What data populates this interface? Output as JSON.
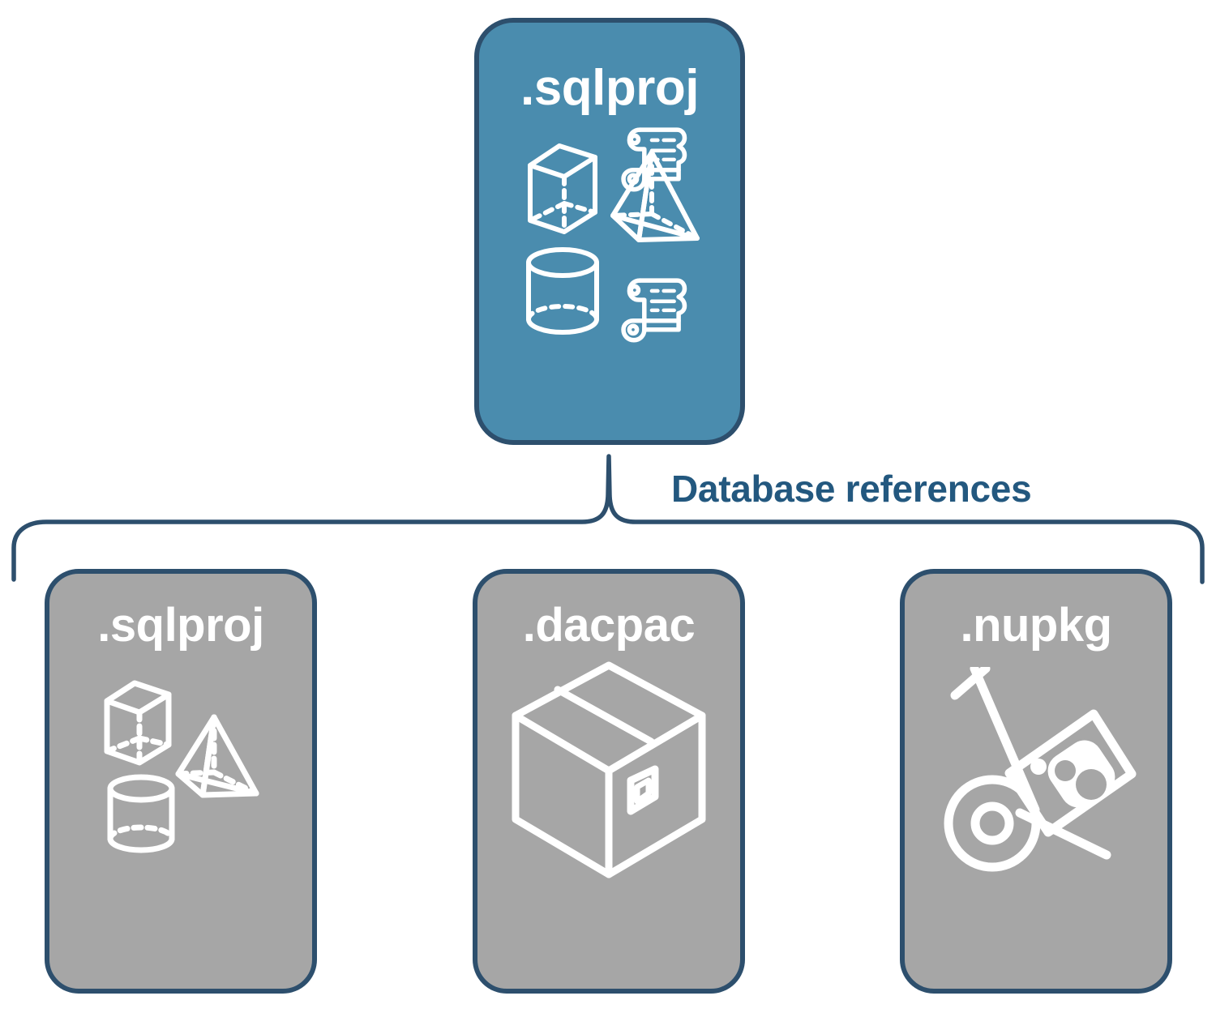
{
  "diagram": {
    "type": "hierarchy-bracket",
    "background_color": "#ffffff",
    "accent_color": "#4a8cae",
    "border_color": "#2d4f6d",
    "neutral_color": "#a6a6a6",
    "label_color": "#23587f",
    "connector": {
      "label": "Database references",
      "style": "curly-brace",
      "parent": ".sqlproj",
      "children": [
        ".sqlproj",
        ".dacpac",
        ".nupkg"
      ]
    }
  },
  "root_card": {
    "title": ".sqlproj",
    "fill": "#4a8cae",
    "icons": [
      "cube-3d-icon",
      "pyramid-3d-icon",
      "cylinder-3d-icon",
      "scroll-script-icon",
      "scroll-script-icon"
    ]
  },
  "child_cards": [
    {
      "title": ".sqlproj",
      "fill": "#a6a6a6",
      "art": "database-objects-art",
      "icons": [
        "cube-3d-icon",
        "pyramid-3d-icon",
        "cylinder-3d-icon"
      ]
    },
    {
      "title": ".dacpac",
      "fill": "#a6a6a6",
      "art": "package-box-art",
      "icons": [
        "package-box-icon"
      ]
    },
    {
      "title": ".nupkg",
      "fill": "#a6a6a6",
      "art": "hand-truck-art",
      "icons": [
        "hand-truck-icon",
        "nuget-package-icon"
      ]
    }
  ]
}
